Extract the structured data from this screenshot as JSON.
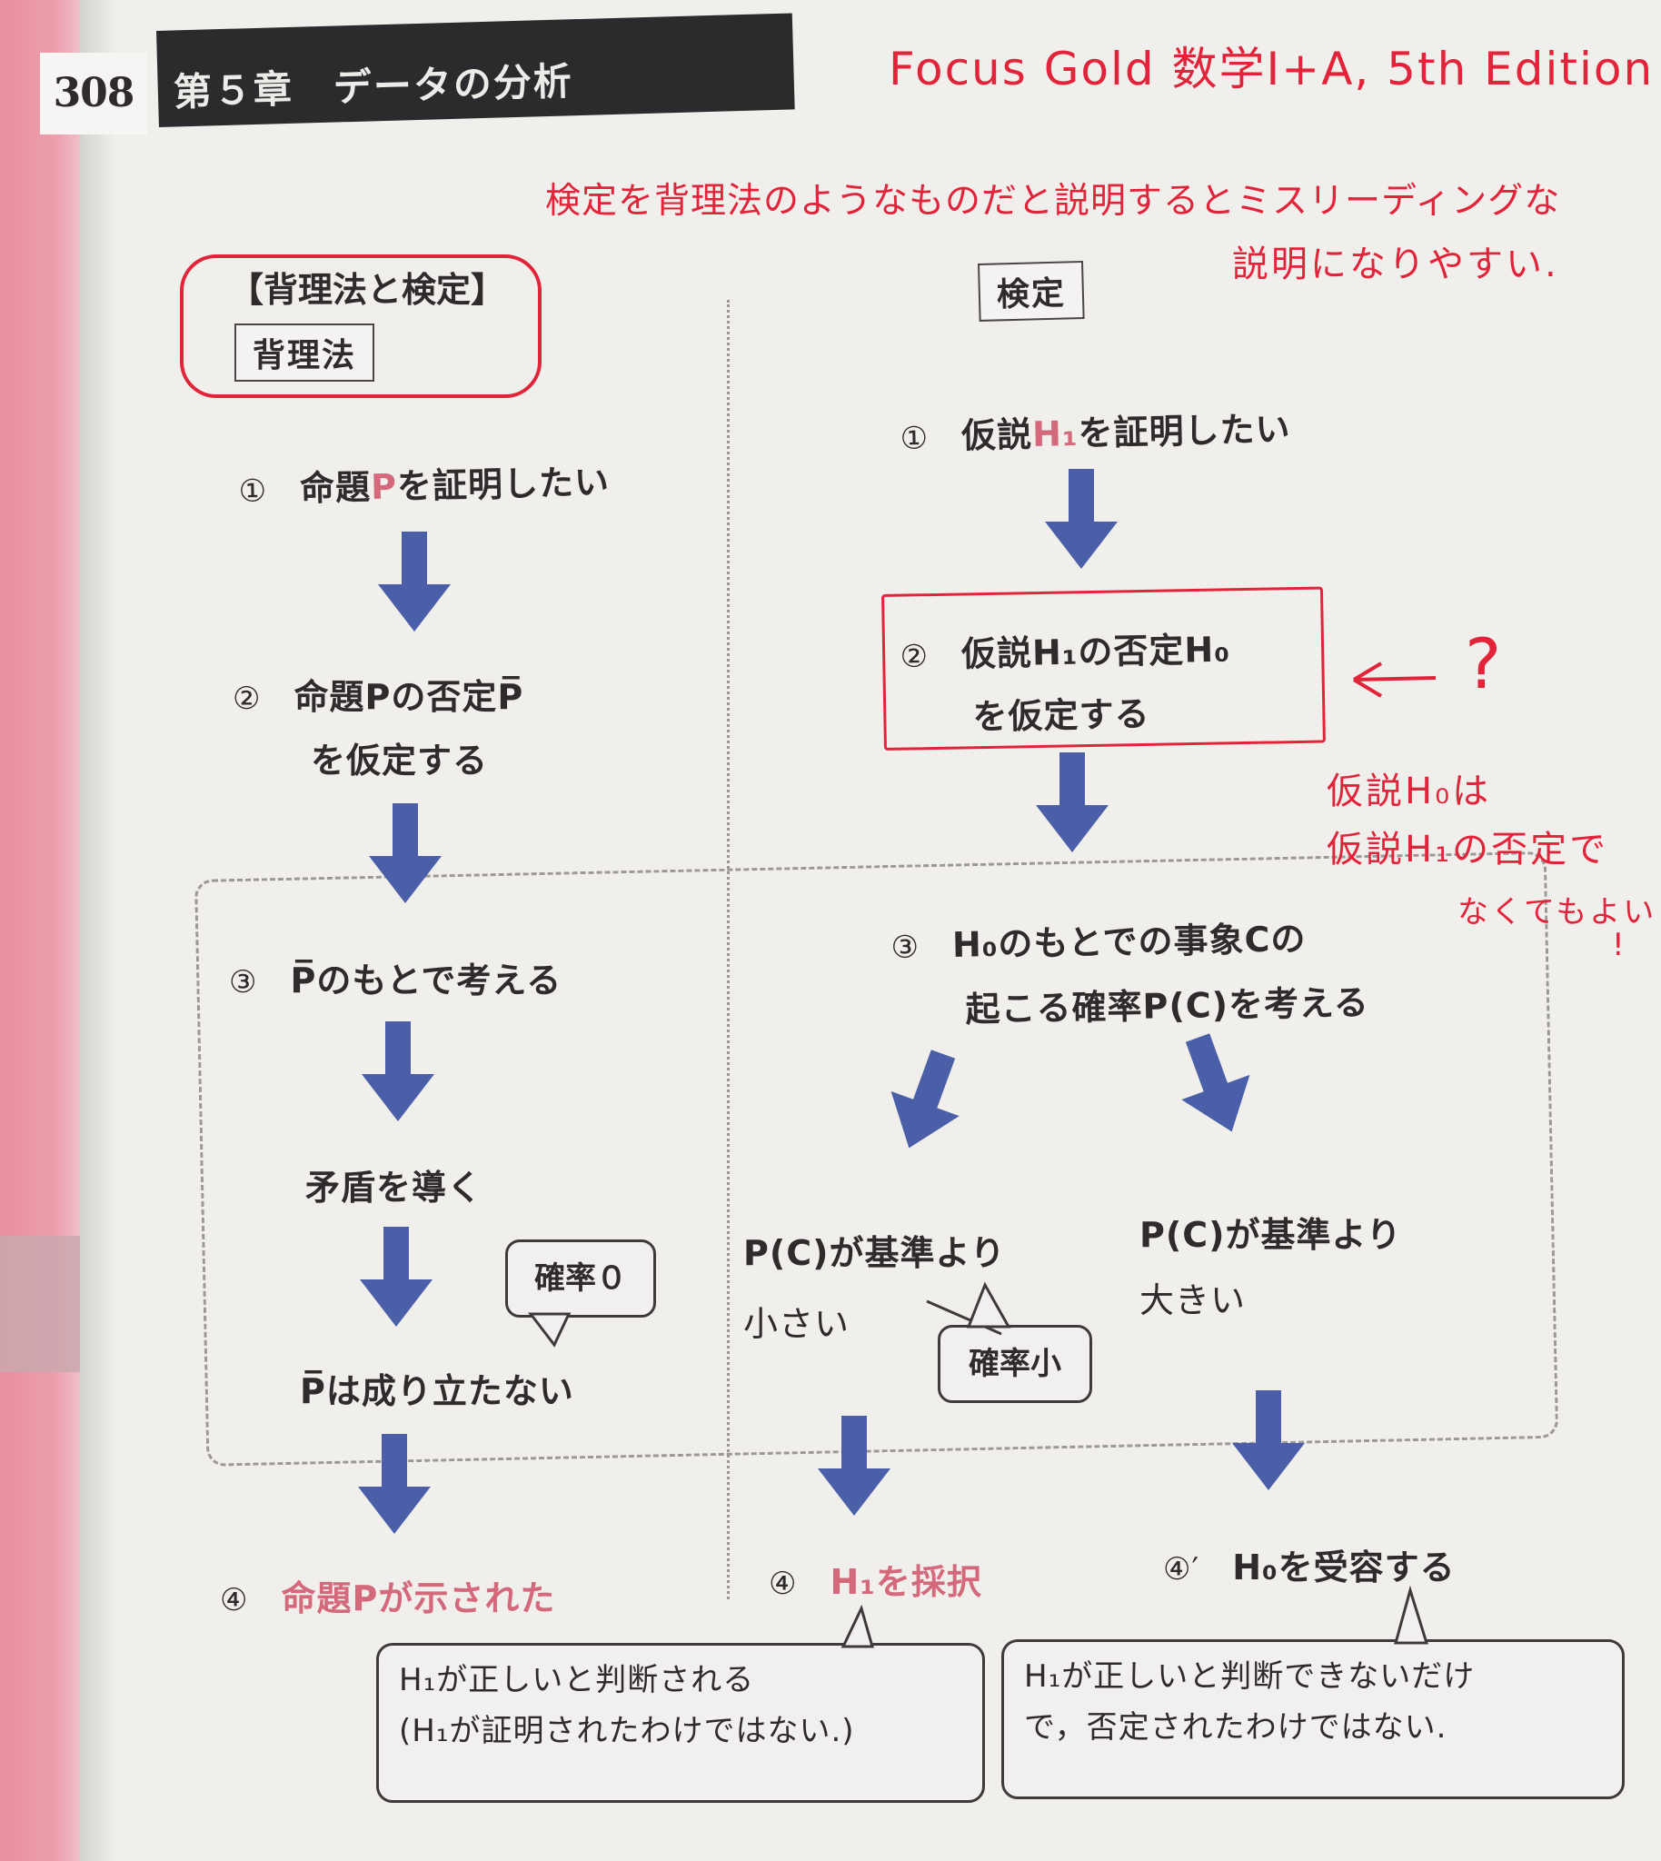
{
  "header": {
    "page_number": "308",
    "chapter_title": "第５章　データの分析"
  },
  "handwritten": {
    "book_title": "Focus Gold 数学Ⅰ+A,  5th Edition",
    "note_line1": "検定を背理法のようなものだと説明するとミスリーディングな",
    "note_line2": "説明になりやすい.",
    "question_mark": "?",
    "side_note_line1": "仮説H₀は",
    "side_note_line2": "仮説H₁の否定で",
    "side_note_line3": "なくてもよい",
    "side_note_bang": "!"
  },
  "left": {
    "section_title": "【背理法と検定】",
    "column_title": "背理法",
    "steps": [
      {
        "num": "①",
        "text_a": "命題",
        "text_b": "P",
        "text_c": "を証明したい"
      },
      {
        "num": "②",
        "line1": "命題Pの否定P̅",
        "line2": "を仮定する"
      },
      {
        "num": "③",
        "text": "P̅のもとで考える"
      },
      {
        "text": "矛盾を導く"
      },
      {
        "text": "P̅は成り立たない"
      },
      {
        "num": "④",
        "text": "命題Pが示された"
      }
    ],
    "bubble": "確率０"
  },
  "right": {
    "column_title": "検定",
    "steps": [
      {
        "num": "①",
        "text_a": "仮説",
        "text_b": "H₁",
        "text_c": "を証明したい"
      },
      {
        "num": "②",
        "line1": "仮説H₁の否定H₀",
        "line2": "を仮定する"
      },
      {
        "num": "③",
        "line1": "H₀のもとでの事象Cの",
        "line2": "起こる確率P(C)を考える"
      }
    ],
    "branch_small": {
      "line1": "P(C)が基準より",
      "line2": "小さい"
    },
    "branch_large": {
      "line1": "P(C)が基準より",
      "line2": "大きい"
    },
    "bubble_small": "確率小",
    "result_adopt": {
      "num": "④",
      "text": "H₁を採択"
    },
    "result_accept": {
      "num": "④′",
      "text": "H₀を受容する"
    },
    "note_adopt": {
      "line1": "H₁が正しいと判断される",
      "line2": "(H₁が証明されたわけではない.)"
    },
    "note_accept": {
      "line1": "H₁が正しいと判断できないだけ",
      "line2": "で，否定されたわけではない."
    }
  },
  "colors": {
    "arrow": "#4a5fa8",
    "annotation_red": "#e2243b",
    "highlight_text": "#d4697b"
  }
}
